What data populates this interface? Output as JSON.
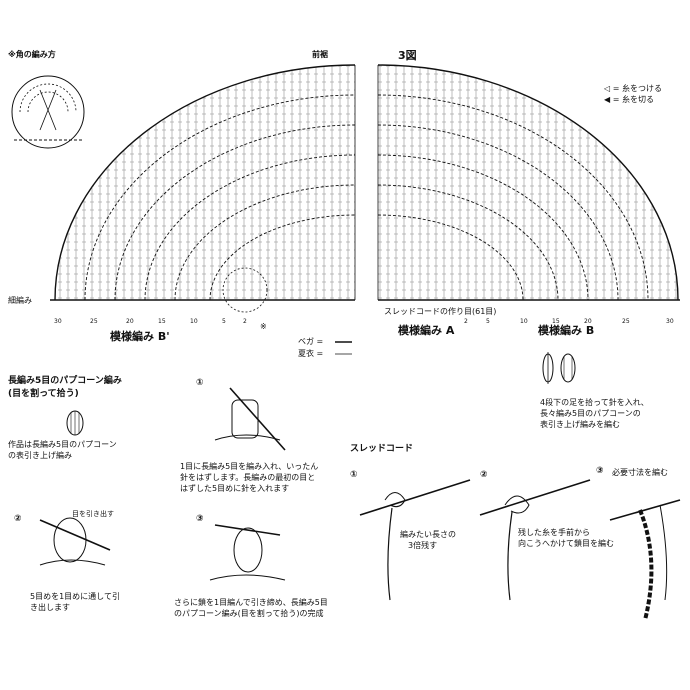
{
  "corner": {
    "label": "※角の編み方"
  },
  "top_left": {
    "label": "前裾"
  },
  "figure": {
    "label": "3図"
  },
  "legend": {
    "attach": "◁ = 糸をつける",
    "cut": "◀ = 糸を切る"
  },
  "left_chart": {
    "row_label": "細編み",
    "ticks": [
      "30",
      "25",
      "20",
      "15",
      "10",
      "5",
      "2"
    ],
    "mark": "※",
    "pattern": "模様編み B'"
  },
  "right_chart": {
    "cord_label": "スレッドコードの作り目(61目)",
    "ticks_a": [
      "2",
      "5"
    ],
    "ticks_b": [
      "10",
      "15",
      "20",
      "25",
      "30"
    ],
    "pattern_a": "模様編み A",
    "pattern_b": "模様編み B"
  },
  "line_legend": {
    "vest": "ベガ =",
    "summer": "夏衣 ="
  },
  "popcorn": {
    "title_line1": "長編み5目のパプコーン編み",
    "title_line2": "(目を割って拾う)",
    "note_line1": "作品は長編み5目のパプコーン",
    "note_line2": "の表引き上げ編み",
    "step1_num": "①",
    "step1_line1": "1目に長編み5目を編み入れ、いったん",
    "step1_line2": "針をはずします。長編みの最初の目と",
    "step1_line3": "はずした5目めに針を入れます",
    "step2_num": "②",
    "step2_arrow": "目を引き出す",
    "step2_line1": "5目めを1目めに通して引",
    "step2_line2": "き出します",
    "step3_num": "③",
    "step3_line1": "さらに鎖を1目編んで引き締め、長編み5目",
    "step3_line2": "のパプコーン編み(目を割って拾う)の完成"
  },
  "post": {
    "line1": "4段下の足を拾って針を入れ、",
    "line2": "長々編み5目のパプコーンの",
    "line3": "表引き上げ編みを編む"
  },
  "thread": {
    "title": "スレッドコード",
    "step1_num": "①",
    "step1_line1": "編みたい長さの",
    "step1_line2": "3倍残す",
    "step2_num": "②",
    "step2_line1": "残した糸を手前から",
    "step2_line2": "向こうへかけて鎖目を編む",
    "step3_num": "③",
    "step3_line1": "必要寸法を編む"
  }
}
